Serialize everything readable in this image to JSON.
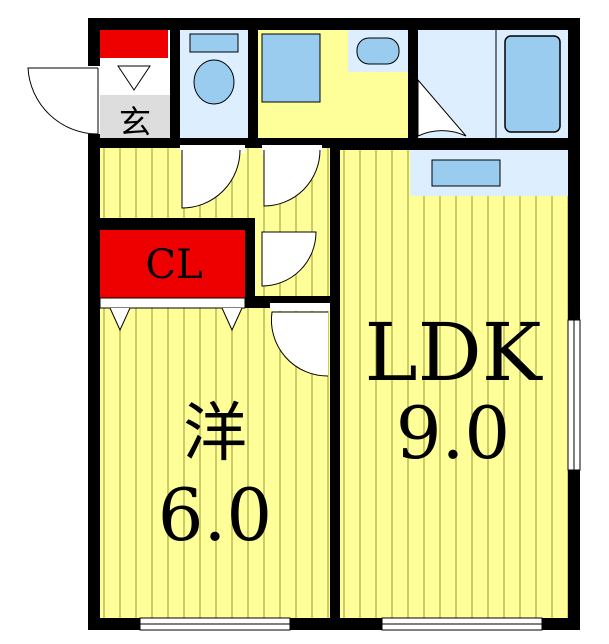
{
  "labels": {
    "entrance": "玄",
    "closet": "CL",
    "western_room_kanji": "洋",
    "western_room_size": "6.0",
    "ldk": "LDK",
    "ldk_size": "9.0"
  },
  "colors": {
    "wall": "#000000",
    "tatami_floor": "#ffff99",
    "floor_stripe": "#999933",
    "wet_area": "#ddeeff",
    "fixture": "#99ccee",
    "closet": "#ee0000",
    "entrance_floor": "#dddddd"
  }
}
